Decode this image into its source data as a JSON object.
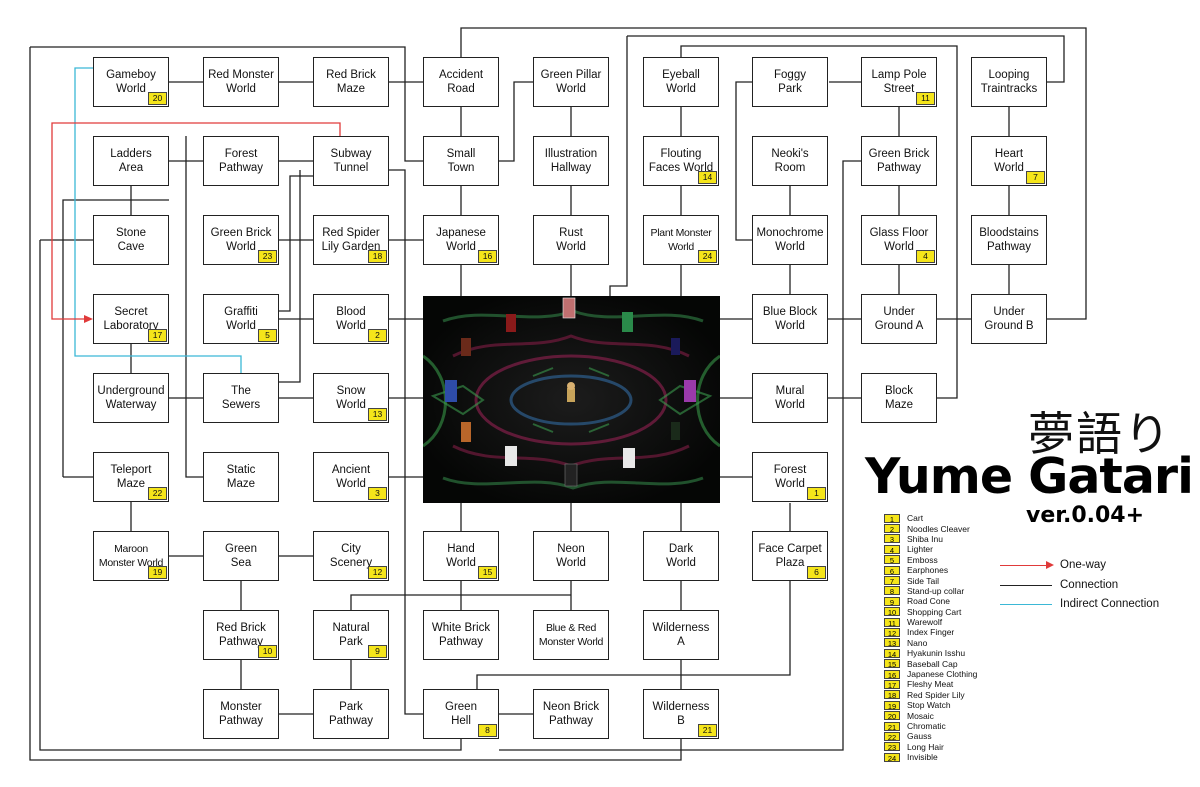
{
  "title": {
    "japanese": "夢語り",
    "english": "Yume Gatari",
    "version": "ver.0.04+"
  },
  "legend": [
    {
      "label": "One-way",
      "color": "#e03a3a",
      "arrow": true
    },
    {
      "label": "Connection",
      "color": "#222222",
      "arrow": false
    },
    {
      "label": "Indirect Connection",
      "color": "#3bb8d6",
      "arrow": false
    }
  ],
  "effects": [
    {
      "num": "1",
      "name": "Cart"
    },
    {
      "num": "2",
      "name": "Noodles Cleaver"
    },
    {
      "num": "3",
      "name": "Shiba Inu"
    },
    {
      "num": "4",
      "name": "Lighter"
    },
    {
      "num": "5",
      "name": "Emboss"
    },
    {
      "num": "6",
      "name": "Earphones"
    },
    {
      "num": "7",
      "name": "Side Tail"
    },
    {
      "num": "8",
      "name": "Stand-up collar"
    },
    {
      "num": "9",
      "name": "Road Cone"
    },
    {
      "num": "10",
      "name": "Shopping Cart"
    },
    {
      "num": "11",
      "name": "Warewolf"
    },
    {
      "num": "12",
      "name": "Index Finger"
    },
    {
      "num": "13",
      "name": "Nano"
    },
    {
      "num": "14",
      "name": "Hyakunin Isshu"
    },
    {
      "num": "15",
      "name": "Baseball Cap"
    },
    {
      "num": "16",
      "name": "Japanese Clothing"
    },
    {
      "num": "17",
      "name": "Fleshy Meat"
    },
    {
      "num": "18",
      "name": "Red Spider Lily"
    },
    {
      "num": "19",
      "name": "Stop Watch"
    },
    {
      "num": "20",
      "name": "Mosaic"
    },
    {
      "num": "21",
      "name": "Chromatic"
    },
    {
      "num": "22",
      "name": "Gauss"
    },
    {
      "num": "23",
      "name": "Long Hair"
    },
    {
      "num": "24",
      "name": "Invisible"
    }
  ],
  "worlds": [
    {
      "id": "gameboy",
      "label": "Gameboy\nWorld",
      "badge": "20"
    },
    {
      "id": "red-monster",
      "label": "Red Monster\nWorld",
      "badge": ""
    },
    {
      "id": "red-brick-maze",
      "label": "Red Brick\nMaze",
      "badge": ""
    },
    {
      "id": "accident-road",
      "label": "Accident\nRoad",
      "badge": ""
    },
    {
      "id": "green-pillar",
      "label": "Green Pillar\nWorld",
      "badge": ""
    },
    {
      "id": "eyeball",
      "label": "Eyeball\nWorld",
      "badge": ""
    },
    {
      "id": "foggy-park",
      "label": "Foggy\nPark",
      "badge": ""
    },
    {
      "id": "lamp-pole",
      "label": "Lamp Pole\nStreet",
      "badge": "11"
    },
    {
      "id": "looping-tracks",
      "label": "Looping\nTraintracks",
      "badge": ""
    },
    {
      "id": "ladders",
      "label": "Ladders\nArea",
      "badge": ""
    },
    {
      "id": "forest-pathway",
      "label": "Forest\nPathway",
      "badge": ""
    },
    {
      "id": "subway-tunnel",
      "label": "Subway\nTunnel",
      "badge": ""
    },
    {
      "id": "small-town",
      "label": "Small\nTown",
      "badge": ""
    },
    {
      "id": "illustration",
      "label": "Illustration\nHallway",
      "badge": ""
    },
    {
      "id": "flouting-faces",
      "label": "Flouting\nFaces World",
      "badge": "14"
    },
    {
      "id": "neoki-room",
      "label": "Neoki's\nRoom",
      "badge": ""
    },
    {
      "id": "green-brick-pathway",
      "label": "Green Brick\nPathway",
      "badge": ""
    },
    {
      "id": "heart",
      "label": "Heart\nWorld",
      "badge": "7"
    },
    {
      "id": "stone-cave",
      "label": "Stone\nCave",
      "badge": ""
    },
    {
      "id": "green-brick-world",
      "label": "Green Brick\nWorld",
      "badge": "23"
    },
    {
      "id": "red-spider",
      "label": "Red Spider\nLily Garden",
      "badge": "18"
    },
    {
      "id": "japanese",
      "label": "Japanese\nWorld",
      "badge": "16"
    },
    {
      "id": "rust",
      "label": "Rust\nWorld",
      "badge": ""
    },
    {
      "id": "plant-monster",
      "label": "Plant Monster\nWorld",
      "badge": "24"
    },
    {
      "id": "monochrome",
      "label": "Monochrome\nWorld",
      "badge": ""
    },
    {
      "id": "glass-floor",
      "label": "Glass Floor\nWorld",
      "badge": "4"
    },
    {
      "id": "bloodstains",
      "label": "Bloodstains\nPathway",
      "badge": ""
    },
    {
      "id": "secret-lab",
      "label": "Secret\nLaboratory",
      "badge": "17"
    },
    {
      "id": "graffiti",
      "label": "Graffiti\nWorld",
      "badge": "5"
    },
    {
      "id": "blood",
      "label": "Blood\nWorld",
      "badge": "2"
    },
    {
      "id": "blue-block",
      "label": "Blue Block\nWorld",
      "badge": ""
    },
    {
      "id": "under-a",
      "label": "Under\nGround A",
      "badge": ""
    },
    {
      "id": "under-b",
      "label": "Under\nGround B",
      "badge": ""
    },
    {
      "id": "underground-waterway",
      "label": "Underground\nWaterway",
      "badge": ""
    },
    {
      "id": "sewers",
      "label": "The\nSewers",
      "badge": ""
    },
    {
      "id": "snow",
      "label": "Snow\nWorld",
      "badge": "13"
    },
    {
      "id": "mural",
      "label": "Mural\nWorld",
      "badge": ""
    },
    {
      "id": "block-maze",
      "label": "Block\nMaze",
      "badge": ""
    },
    {
      "id": "teleport-maze",
      "label": "Teleport\nMaze",
      "badge": "22"
    },
    {
      "id": "static-maze",
      "label": "Static\nMaze",
      "badge": ""
    },
    {
      "id": "ancient",
      "label": "Ancient\nWorld",
      "badge": "3"
    },
    {
      "id": "forest-world",
      "label": "Forest\nWorld",
      "badge": "1"
    },
    {
      "id": "maroon",
      "label": "Maroon\nMonster World",
      "badge": "19"
    },
    {
      "id": "green-sea",
      "label": "Green\nSea",
      "badge": ""
    },
    {
      "id": "city-scenery",
      "label": "City\nScenery",
      "badge": "12"
    },
    {
      "id": "hand",
      "label": "Hand\nWorld",
      "badge": "15"
    },
    {
      "id": "neon",
      "label": "Neon\nWorld",
      "badge": ""
    },
    {
      "id": "dark",
      "label": "Dark\nWorld",
      "badge": ""
    },
    {
      "id": "face-carpet",
      "label": "Face Carpet\nPlaza",
      "badge": "6"
    },
    {
      "id": "red-brick-pathway",
      "label": "Red Brick\nPathway",
      "badge": "10"
    },
    {
      "id": "natural-park",
      "label": "Natural\nPark",
      "badge": "9"
    },
    {
      "id": "white-brick",
      "label": "White Brick\nPathway",
      "badge": ""
    },
    {
      "id": "blue-red-monster",
      "label": "Blue & Red\nMonster World",
      "badge": ""
    },
    {
      "id": "wilderness-a",
      "label": "Wilderness\nA",
      "badge": ""
    },
    {
      "id": "monster-pathway",
      "label": "Monster\nPathway",
      "badge": ""
    },
    {
      "id": "park-pathway",
      "label": "Park\nPathway",
      "badge": ""
    },
    {
      "id": "green-hell",
      "label": "Green\nHell",
      "badge": "8"
    },
    {
      "id": "neon-brick",
      "label": "Neon Brick\nPathway",
      "badge": ""
    },
    {
      "id": "wilderness-b",
      "label": "Wilderness\nB",
      "badge": "21"
    }
  ]
}
